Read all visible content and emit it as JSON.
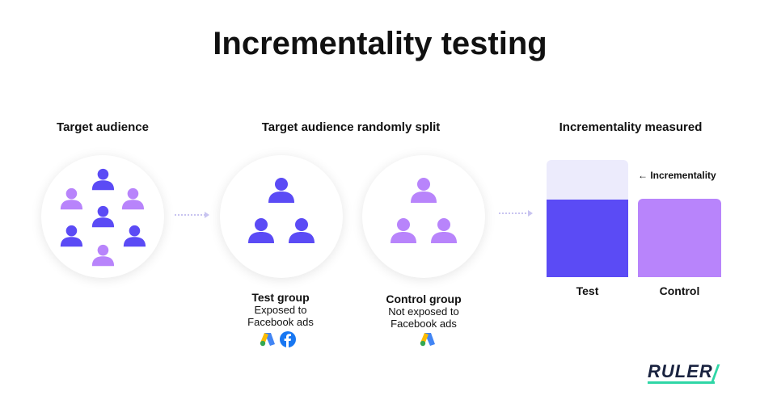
{
  "title": "Incrementality testing",
  "sections": {
    "audience": "Target audience",
    "split": "Target audience randomly split",
    "measured": "Incrementality measured"
  },
  "groups": {
    "test": {
      "name": "Test group",
      "line1": "Exposed to",
      "line2": "Facebook ads",
      "icons": [
        "google-ads-icon",
        "facebook-icon"
      ]
    },
    "control": {
      "name": "Control group",
      "line1": "Not exposed to",
      "line2": "Facebook ads",
      "icons": [
        "google-ads-icon"
      ]
    }
  },
  "chart": {
    "test_label": "Test",
    "control_label": "Control",
    "incrementality_label": "← Incrementality",
    "test_value": 1.5,
    "control_value": 1.0
  },
  "brand": "RULER",
  "colors": {
    "dark": "#5b4bf5",
    "light": "#b884fb",
    "increment": "#ecebfc",
    "brand_accent": "#2fd6a6",
    "brand_text": "#1a2340"
  }
}
